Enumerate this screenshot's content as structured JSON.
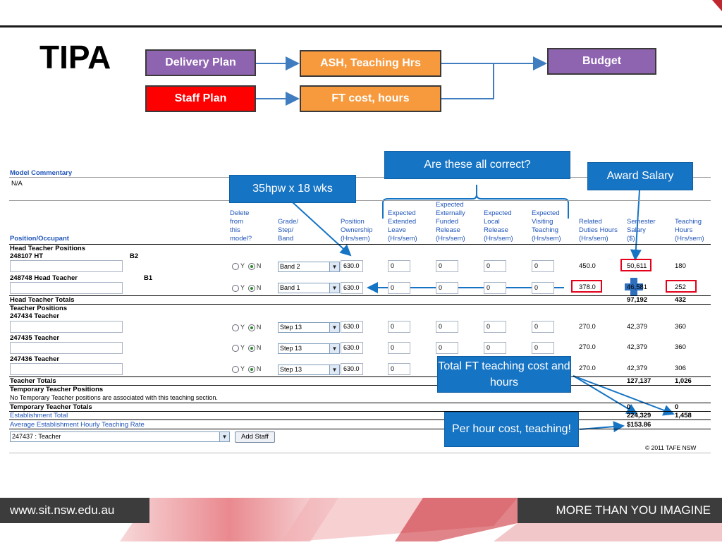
{
  "slide": {
    "title": "TIPA",
    "url": "www.sit.nsw.edu.au",
    "tagline": "MORE THAN YOU IMAGINE"
  },
  "flow": {
    "delivery_plan": "Delivery Plan",
    "staff_plan": "Staff Plan",
    "ash_hours": "ASH, Teaching Hrs",
    "ft_cost": "FT cost, hours",
    "budget": "Budget"
  },
  "callouts": {
    "hours": "35hpw x 18 wks",
    "correct": "Are these all correct?",
    "award": "Award Salary",
    "total_ft": "Total FT teaching cost and hours",
    "per_hour": "Per hour cost, teaching!"
  },
  "screen": {
    "model_commentary_label": "Model Commentary",
    "model_commentary_value": "N/A",
    "position_occupant_label": "Position/Occupant",
    "columns": {
      "delete": [
        "Delete",
        "from",
        "this",
        "model?"
      ],
      "grade": [
        "Grade/",
        "Step/",
        "Band"
      ],
      "ownership": [
        "Position",
        "Ownership",
        "(Hrs/sem)"
      ],
      "ext_leave": [
        "Expected",
        "Extended",
        "Leave",
        "(Hrs/sem)"
      ],
      "ext_funded": [
        "Expected",
        "Externally",
        "Funded",
        "Release",
        "(Hrs/sem)"
      ],
      "local_release": [
        "Expected",
        "Local",
        "Release",
        "(Hrs/sem)"
      ],
      "visiting": [
        "Expected",
        "Visiting",
        "Teaching",
        "(Hrs/sem)"
      ],
      "related_duties": [
        "Related",
        "Duties Hours",
        "(Hrs/sem)"
      ],
      "semester_salary": [
        "Semester",
        "Salary",
        "($)"
      ],
      "teaching_hours": [
        "Teaching",
        "Hours",
        "(Hrs/sem)"
      ]
    },
    "radio_y": "Y",
    "radio_n": "N",
    "head_section": "Head Teacher Positions",
    "head_rows": [
      {
        "id": "248107 HT",
        "level": "B2",
        "band": "Band 2",
        "ownership": "630.0",
        "leave": "0",
        "funded": "0",
        "local": "0",
        "visiting": "0",
        "related": "450.0",
        "salary": "50,611",
        "teaching": "180"
      },
      {
        "id": "248748 Head Teacher",
        "level": "B1",
        "band": "Band 1",
        "ownership": "630.0",
        "leave": "0",
        "funded": "0",
        "local": "0",
        "visiting": "0",
        "related": "378.0",
        "salary": "46,581",
        "teaching": "252"
      }
    ],
    "head_totals": {
      "label": "Head Teacher Totals",
      "salary": "97,192",
      "teaching": "432"
    },
    "teacher_section": "Teacher Positions",
    "teacher_rows": [
      {
        "id": "247434 Teacher",
        "band": "Step 13",
        "ownership": "630.0",
        "leave": "0",
        "funded": "0",
        "local": "0",
        "visiting": "0",
        "related": "270.0",
        "salary": "42,379",
        "teaching": "360"
      },
      {
        "id": "247435 Teacher",
        "band": "Step 13",
        "ownership": "630.0",
        "leave": "0",
        "funded": "0",
        "local": "0",
        "visiting": "0",
        "related": "270.0",
        "salary": "42,379",
        "teaching": "360"
      },
      {
        "id": "247436 Teacher",
        "band": "Step 13",
        "ownership": "630.0",
        "leave": "0",
        "funded": "",
        "local": "",
        "visiting": "",
        "related": "270.0",
        "salary": "42,379",
        "teaching": "306"
      }
    ],
    "teacher_totals": {
      "label": "Teacher Totals",
      "salary": "127,137",
      "teaching": "1,026"
    },
    "temp_section": "Temporary Teacher Positions",
    "temp_note": "No Temporary Teacher positions are associated with this teaching section.",
    "temp_totals": {
      "label": "Temporary Teacher Totals",
      "salary": "0",
      "teaching": "0"
    },
    "establishment": {
      "label": "Establishment Total",
      "salary": "224,329",
      "teaching": "1,458"
    },
    "avg_rate": {
      "label": "Average Establishment Hourly Teaching Rate",
      "value": "$153.86"
    },
    "staff_select": "247437 : Teacher",
    "add_staff": "Add Staff",
    "copyright": "© 2011 TAFE NSW"
  },
  "colors": {
    "purple": "#8e63b0",
    "orange": "#f79a3e",
    "red": "#ff0000",
    "callout_blue": "#1674c4",
    "link_blue": "#1f54b8"
  }
}
